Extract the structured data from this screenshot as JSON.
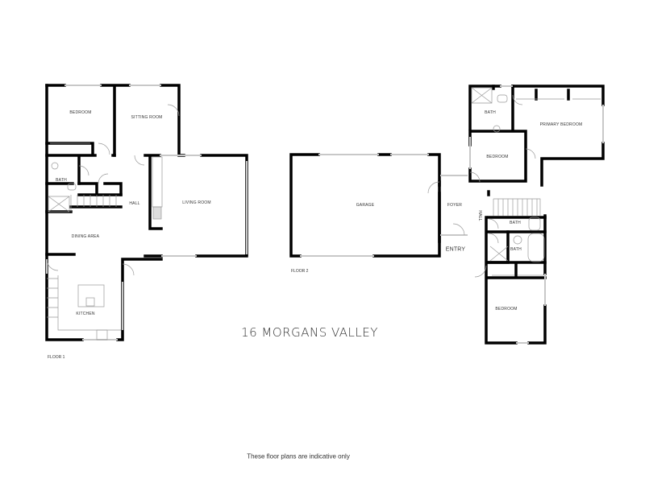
{
  "title": "16 MORGANS VALLEY",
  "disclaimer": "These floor plans are indicative only",
  "floors": [
    {
      "label": "FLOOR 1",
      "rooms": [
        {
          "name": "BEDROOM"
        },
        {
          "name": "SITTING ROOM"
        },
        {
          "name": "BATH"
        },
        {
          "name": "HALL"
        },
        {
          "name": "LIVING ROOM"
        },
        {
          "name": "DINING AREA"
        },
        {
          "name": "KITCHEN"
        }
      ]
    },
    {
      "label": "FLOOR 2",
      "rooms": [
        {
          "name": "GARAGE"
        },
        {
          "name": "FOYER"
        },
        {
          "name": "ENTRY"
        },
        {
          "name": "HALL"
        },
        {
          "name": "BATH"
        },
        {
          "name": "PRIMARY BEDROOM"
        },
        {
          "name": "BEDROOM"
        },
        {
          "name": "BATH"
        },
        {
          "name": "BATH"
        },
        {
          "name": "BEDROOM"
        }
      ]
    }
  ],
  "colors": {
    "wall": "#000000",
    "window": "#c8c8c8",
    "text": "#333333"
  }
}
